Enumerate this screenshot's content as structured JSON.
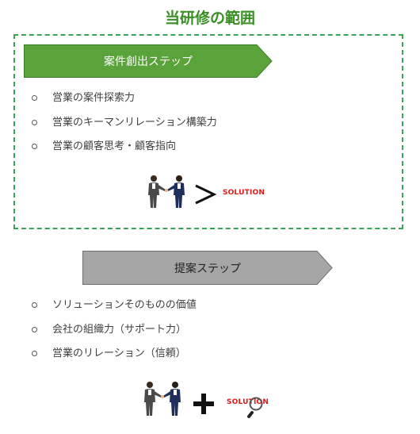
{
  "title": "当研修の範囲",
  "step1": {
    "label": "案件創出ステップ",
    "items": [
      "営業の案件探索力",
      "営業のキーマンリレーション構築力",
      "営業の顧客思考・顧客指向"
    ],
    "solution_text": "SOLUTION"
  },
  "step2": {
    "label": "提案ステップ",
    "items": [
      "ソリューションそのものの価値",
      "会社の組織力（サポート力）",
      "営業のリレーション（信頼）"
    ],
    "solution_text": "SOLUTION"
  },
  "colors": {
    "title": "#3a8f24",
    "dash_border": "#3aa35a",
    "green_arrow": "#5aa23a",
    "gray_arrow": "#a6a6a6",
    "solution": "#e01818"
  },
  "icons": [
    "handshake-people-icon",
    "greater-than-icon",
    "plus-icon",
    "magnifier-icon"
  ]
}
